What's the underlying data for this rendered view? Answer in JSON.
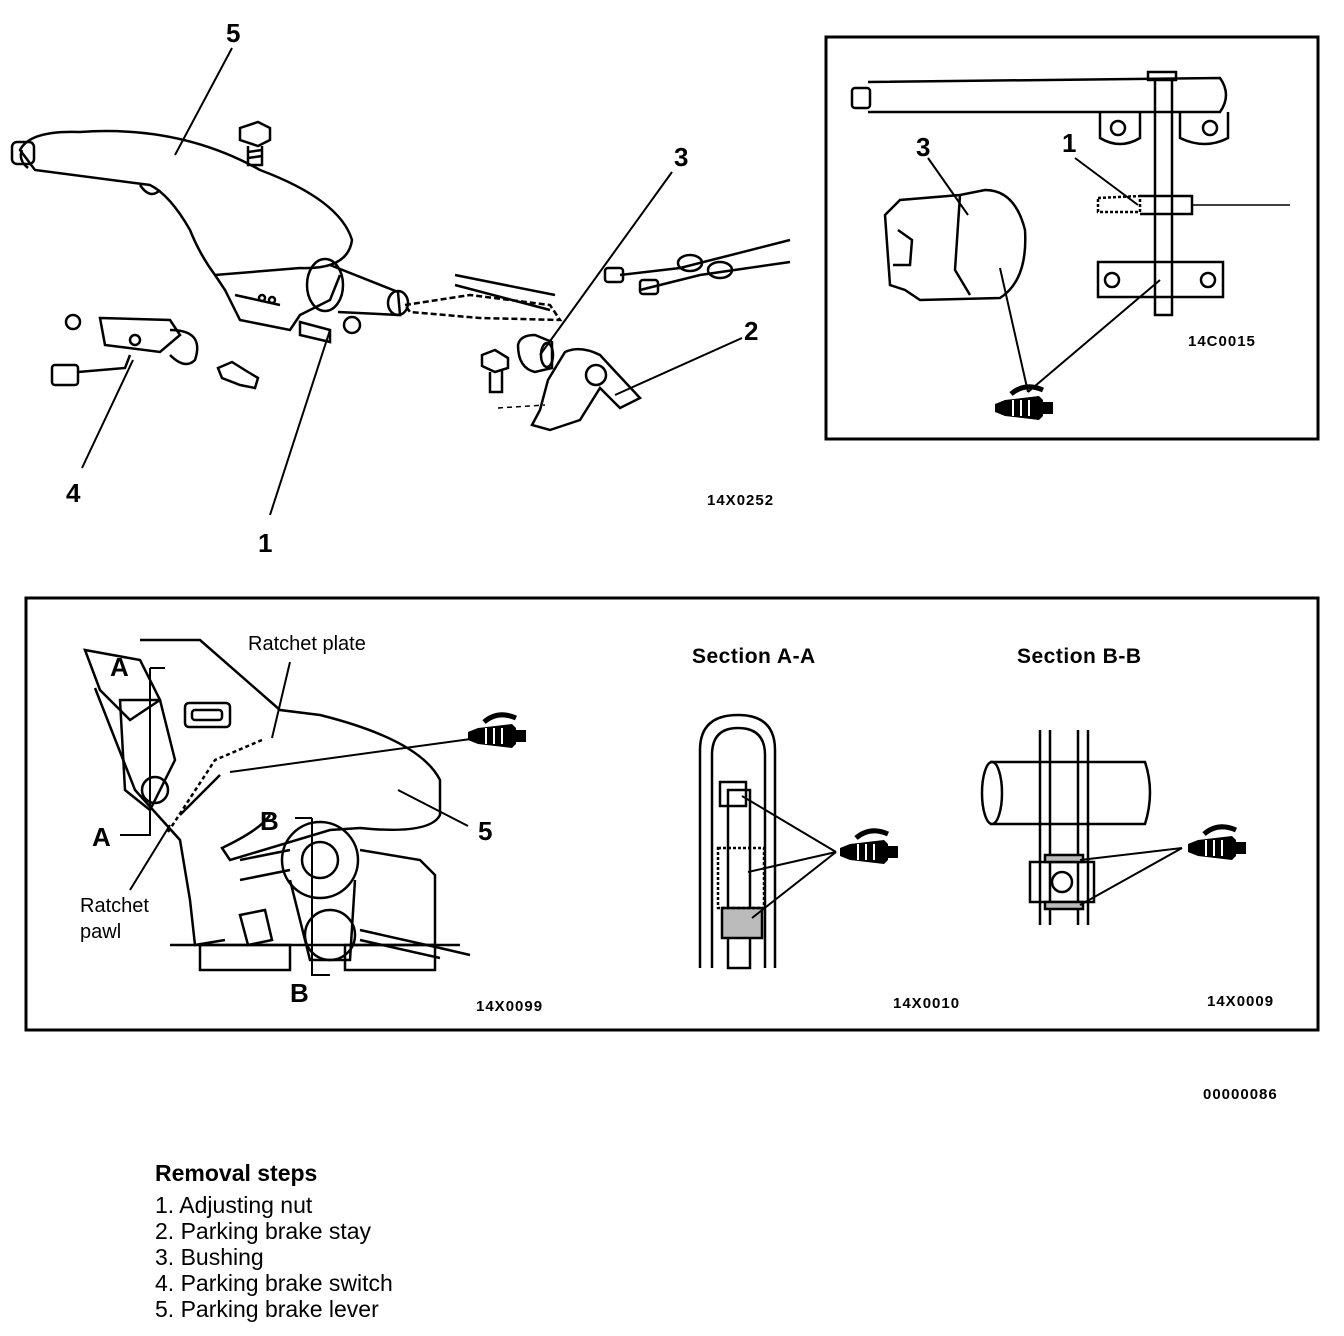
{
  "diagram": {
    "top_left": {
      "callouts": [
        "5",
        "3",
        "2",
        "4",
        "1"
      ],
      "code": "14X0252"
    },
    "top_right": {
      "callouts": [
        "3",
        "1"
      ],
      "code": "14C0015"
    },
    "bottom_panel": {
      "ratchet_plate": "Ratchet plate",
      "ratchet_pawl_line1": "Ratchet",
      "ratchet_pawl_line2": "pawl",
      "section_a_marker": "A",
      "section_b_marker": "B",
      "callout_5": "5",
      "code_left": "14X0099",
      "section_aa_title": "Section A-A",
      "code_mid": "14X0010",
      "section_bb_title": "Section B-B",
      "code_right": "14X0009"
    },
    "figure_code": "00000086"
  },
  "removal_steps": {
    "title": "Removal steps",
    "items": [
      "1. Adjusting nut",
      "2. Parking brake stay",
      "3. Bushing",
      "4. Parking brake switch",
      "5. Parking brake lever"
    ]
  }
}
